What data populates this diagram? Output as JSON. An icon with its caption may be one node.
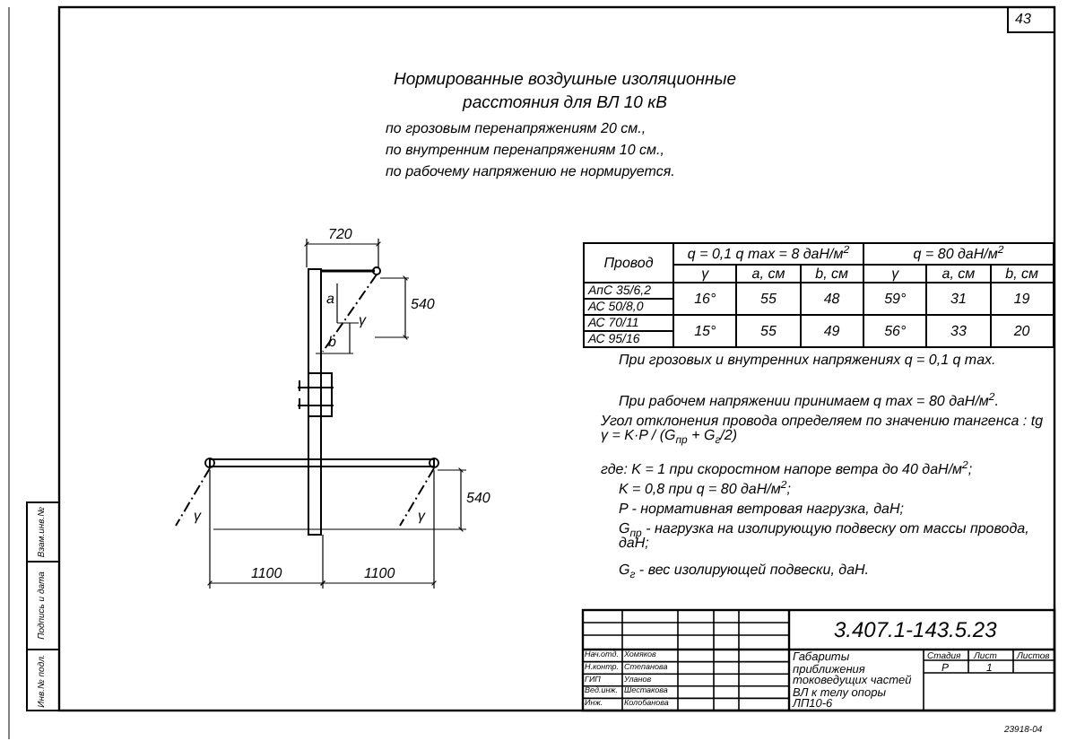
{
  "diagram": {
    "title": "Нормированные воздушные изоляционные расстояния для ВЛ 10 кВ",
    "labels": [
      "по грозовым перенапряжениям 20 см.,",
      "по внутренним перенапряжениям 10 см.,",
      "по рабочему напряжению не нормируется.",
      "43",
      "720",
      "a",
      "540",
      "γ",
      "b",
      "540",
      "γ",
      "γ",
      "1100",
      "1100",
      "Провод",
      "q = 0,1 q max = 8 даН/м$^{2}$",
      "q = 80 даН/м$^{2}$",
      "γ",
      "a, см",
      "b, см",
      "γ",
      "a, см",
      "b, см",
      "АпС 35/6,2",
      "16°",
      "55",
      "48",
      "59°",
      "31",
      "19",
      "АС 50/8,0",
      "АС 70/11",
      "15°",
      "55",
      "49",
      "56°",
      "33",
      "20",
      "АС 95/16",
      "При грозовых и внутренних напряжениях q = 0,1 q max.",
      "При рабочем напряжении принимаем q max = 80 даН/м$^{2}$.",
      "Угол отклонения провода определяем по значению тангенса : tg γ = K·P / (G$_{пр}$ + G$_{г}$/2)",
      "где: K = 1 при скоростном напоре ветра до 40 даН/м$^{2}$;",
      "K = 0,8 при q = 80 даН/м$^{2}$;",
      "P - нормативная ветровая нагрузка, даН;",
      "G$_{пр}$ - нагрузка на изолирующую подвеску от массы провода, даН;",
      "G$_{г}$ - вес изолирующей подвески, даН.",
      "3.407.1-143.5.23",
      "Нач.отд.",
      "Хомяков",
      "Н.контр.",
      "Степанова",
      "ГИП",
      "Уланов",
      "Вед.инж.",
      "Шестакова",
      "Инж.",
      "Колобанова",
      "Габариты приближения токоведущих частей ВЛ к телу опоры ЛП10-6",
      "Стадия",
      "Лист",
      "Листов",
      "Р",
      "1",
      "23918-04",
      "Инв.№ подл.",
      "Подпись и дата",
      "Взам.инв.№"
    ]
  }
}
